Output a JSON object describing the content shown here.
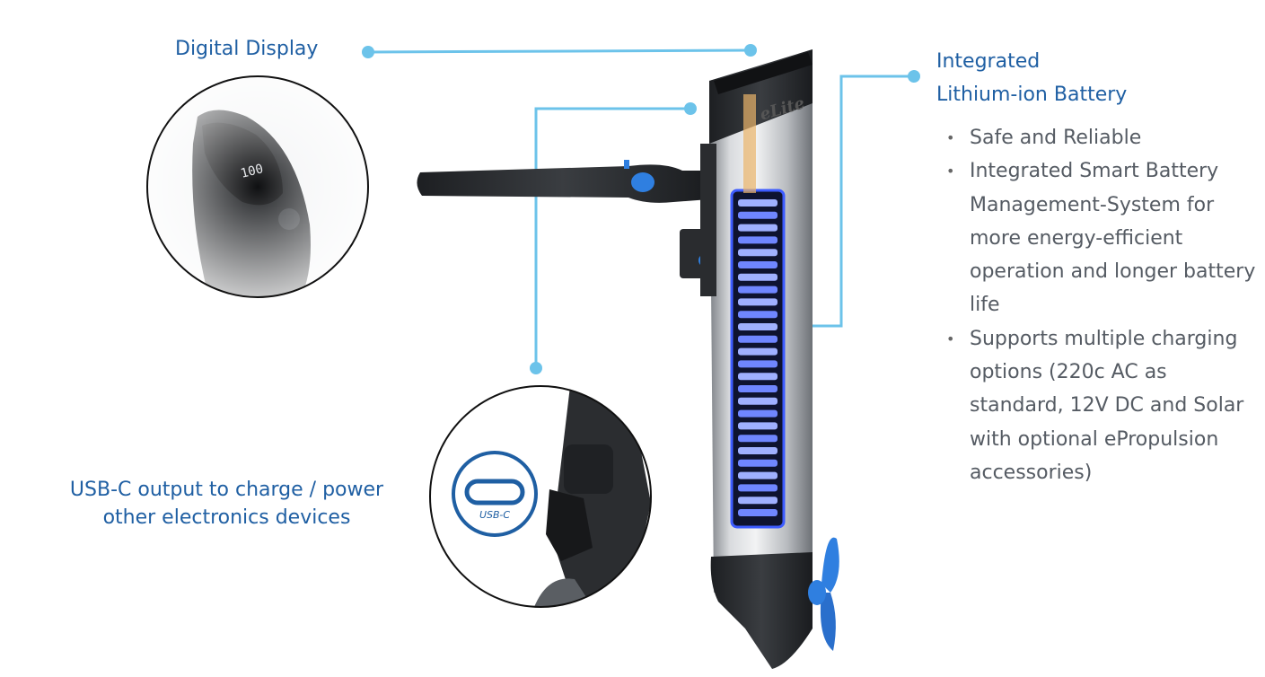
{
  "callouts": {
    "display": "Digital Display",
    "battery_line1": "Integrated",
    "battery_line2": "Lithium-ion Battery",
    "usbc_line1": "USB-C output to charge / power",
    "usbc_line2": "other electronics devices"
  },
  "features": [
    "Safe and Reliable",
    "Integrated Smart Battery Management-System for more energy-efficient operation and longer battery life",
    "Supports multiple charging options (220c AC as standard, 12V DC and Solar with optional ePropulsion accessories)"
  ],
  "product": {
    "brand": "eLite",
    "display_value": "100",
    "usbc_badge": "USB-C"
  },
  "colors": {
    "accent_text": "#1f5fa3",
    "leader_line": "#6cc3ea",
    "battery_glow": "#3d5cff",
    "body_dark": "#2b2d30",
    "propeller": "#2f7fe0"
  },
  "icons": [
    "usb-c-icon",
    "propeller-icon",
    "battery-cells-icon"
  ]
}
